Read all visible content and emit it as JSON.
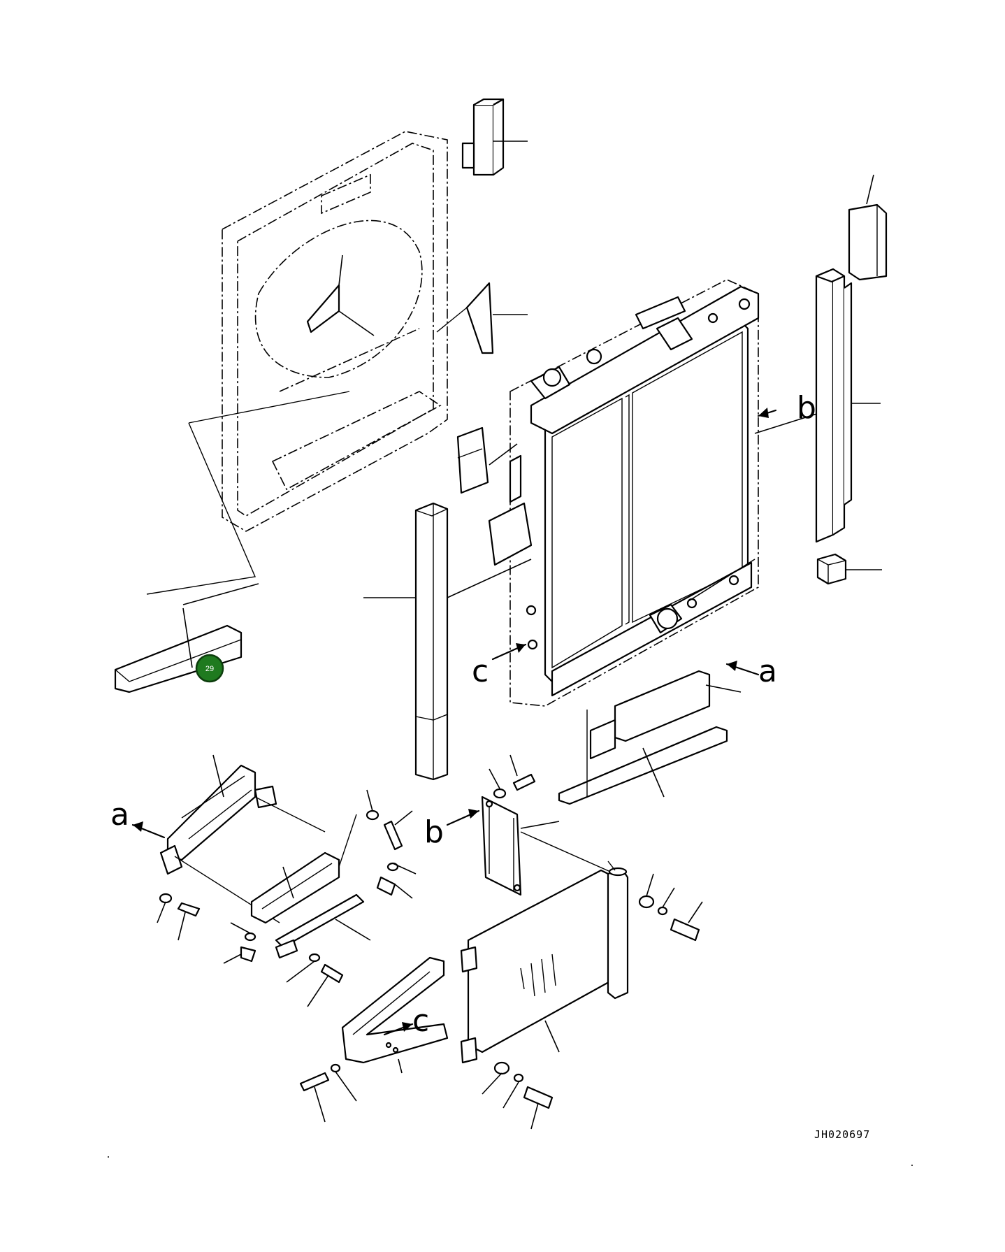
{
  "diagram": {
    "drawing_code": "JH020697",
    "view_letters": {
      "a_right": "a",
      "a_left": "a",
      "b_right": "b",
      "b_left": "b",
      "c_right": "c",
      "c_left": "c"
    },
    "callout": {
      "label": "29",
      "color": "#1f7a1f"
    }
  }
}
